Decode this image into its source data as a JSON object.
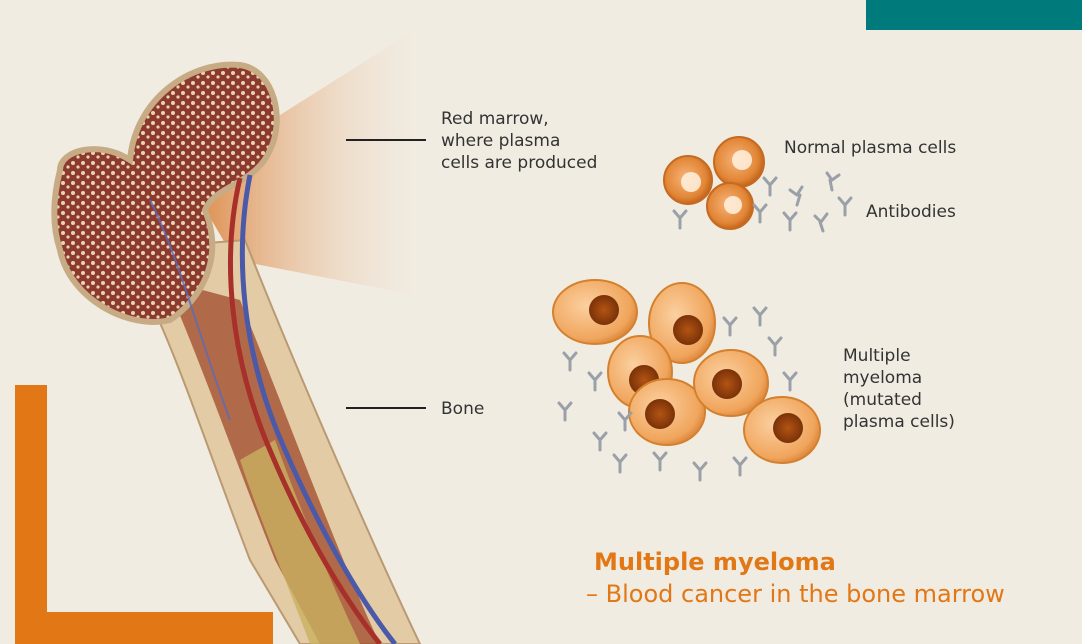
{
  "labels": {
    "red_marrow": [
      "Red marrow,",
      "where plasma",
      "cells are produced"
    ],
    "bone": "Bone",
    "normal_plasma": "Normal plasma cells",
    "antibodies": "Antibodies",
    "myeloma": [
      "Multiple",
      "myeloma",
      "(mutated",
      "plasma cells)"
    ]
  },
  "caption": {
    "title": "Multiple myeloma",
    "subtitle": "– Blood cancer in the bone marrow"
  },
  "colors": {
    "background": "#f1ece2",
    "accent_orange": "#e27716",
    "accent_teal": "#007a7a"
  }
}
